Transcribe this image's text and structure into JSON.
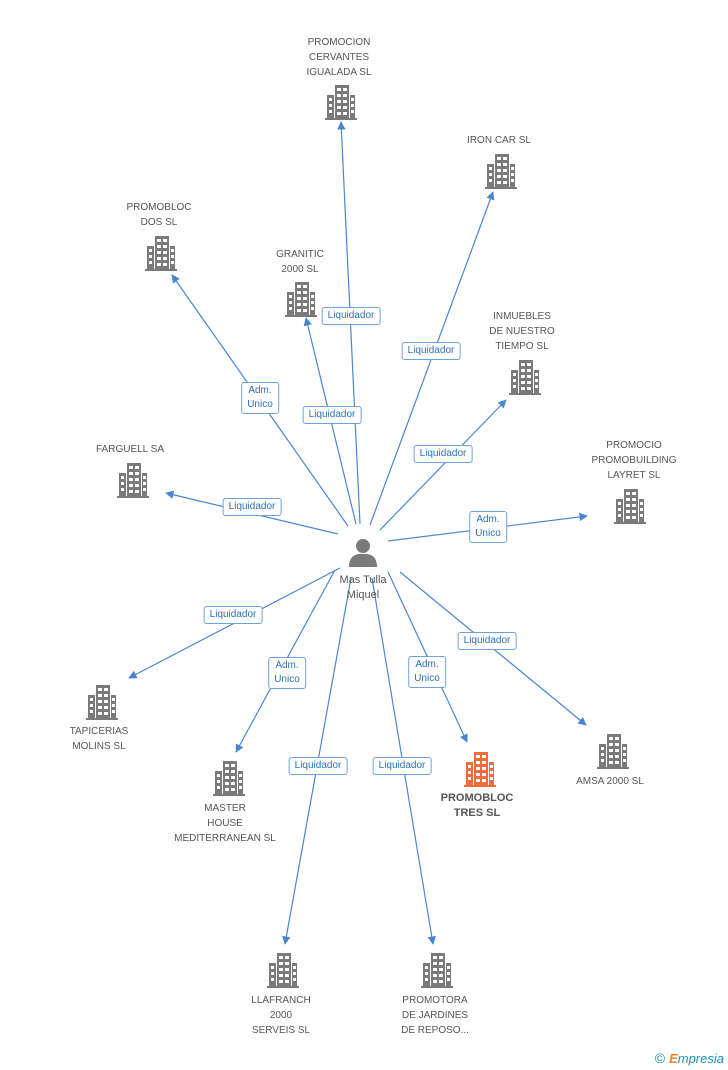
{
  "colors": {
    "edge": "#4a86d0",
    "building": "#7a7a7a",
    "highlight": "#f26b3a",
    "person": "#7a7a7a"
  },
  "person": {
    "label": "Mas Tulla\nMiquel",
    "icon": "person-icon"
  },
  "nodes": [
    {
      "id": "promocion-cervantes",
      "label": "PROMOCION\nCERVANTES\nIGUALADA SL"
    },
    {
      "id": "iron-car",
      "label": "IRON CAR SL"
    },
    {
      "id": "promobloc-dos",
      "label": "PROMOBLOC\nDOS SL"
    },
    {
      "id": "granitic-2000",
      "label": "GRANITIC\n2000 SL"
    },
    {
      "id": "inmuebles-nuestro-tiempo",
      "label": "INMUEBLES\nDE NUESTRO\nTIEMPO SL"
    },
    {
      "id": "farguell",
      "label": "FARGUELL SA"
    },
    {
      "id": "promocio-promobuilding",
      "label": "PROMOCIO\nPROMOBUILDING\nLAYRET SL"
    },
    {
      "id": "tapicerias-molins",
      "label": "TAPICERIAS\nMOLINS  SL"
    },
    {
      "id": "master-house",
      "label": "MASTER\nHOUSE\nMEDITERRANEAN SL"
    },
    {
      "id": "promobloc-tres",
      "label": "PROMOBLOC\nTRES SL",
      "highlight": true
    },
    {
      "id": "amsa-2000",
      "label": "AMSA 2000 SL"
    },
    {
      "id": "llafranch-2000",
      "label": "LLAFRANCH\n2000\nSERVEIS SL"
    },
    {
      "id": "promotora-jardines",
      "label": "PROMOTORA\nDE JARDINES\nDE REPOSO..."
    }
  ],
  "edges": [
    {
      "to": "promocion-cervantes",
      "label": "Liquidador"
    },
    {
      "to": "iron-car",
      "label": "Liquidador"
    },
    {
      "to": "promobloc-dos",
      "label": "Adm.\nUnico"
    },
    {
      "to": "granitic-2000",
      "label": "Liquidador"
    },
    {
      "to": "inmuebles-nuestro-tiempo",
      "label": "Liquidador"
    },
    {
      "to": "farguell",
      "label": "Liquidador"
    },
    {
      "to": "promocio-promobuilding",
      "label": "Adm.\nUnico"
    },
    {
      "to": "tapicerias-molins",
      "label": "Liquidador"
    },
    {
      "to": "master-house",
      "label": "Adm.\nUnico"
    },
    {
      "to": "promobloc-tres",
      "label": "Adm.\nUnico"
    },
    {
      "to": "amsa-2000",
      "label": "Liquidador"
    },
    {
      "to": "llafranch-2000",
      "label": "Liquidador"
    },
    {
      "to": "promotora-jardines",
      "label": "Liquidador"
    }
  ],
  "footer": {
    "copyright": "©",
    "brand_e": "E",
    "brand_rest": "mpresia"
  }
}
